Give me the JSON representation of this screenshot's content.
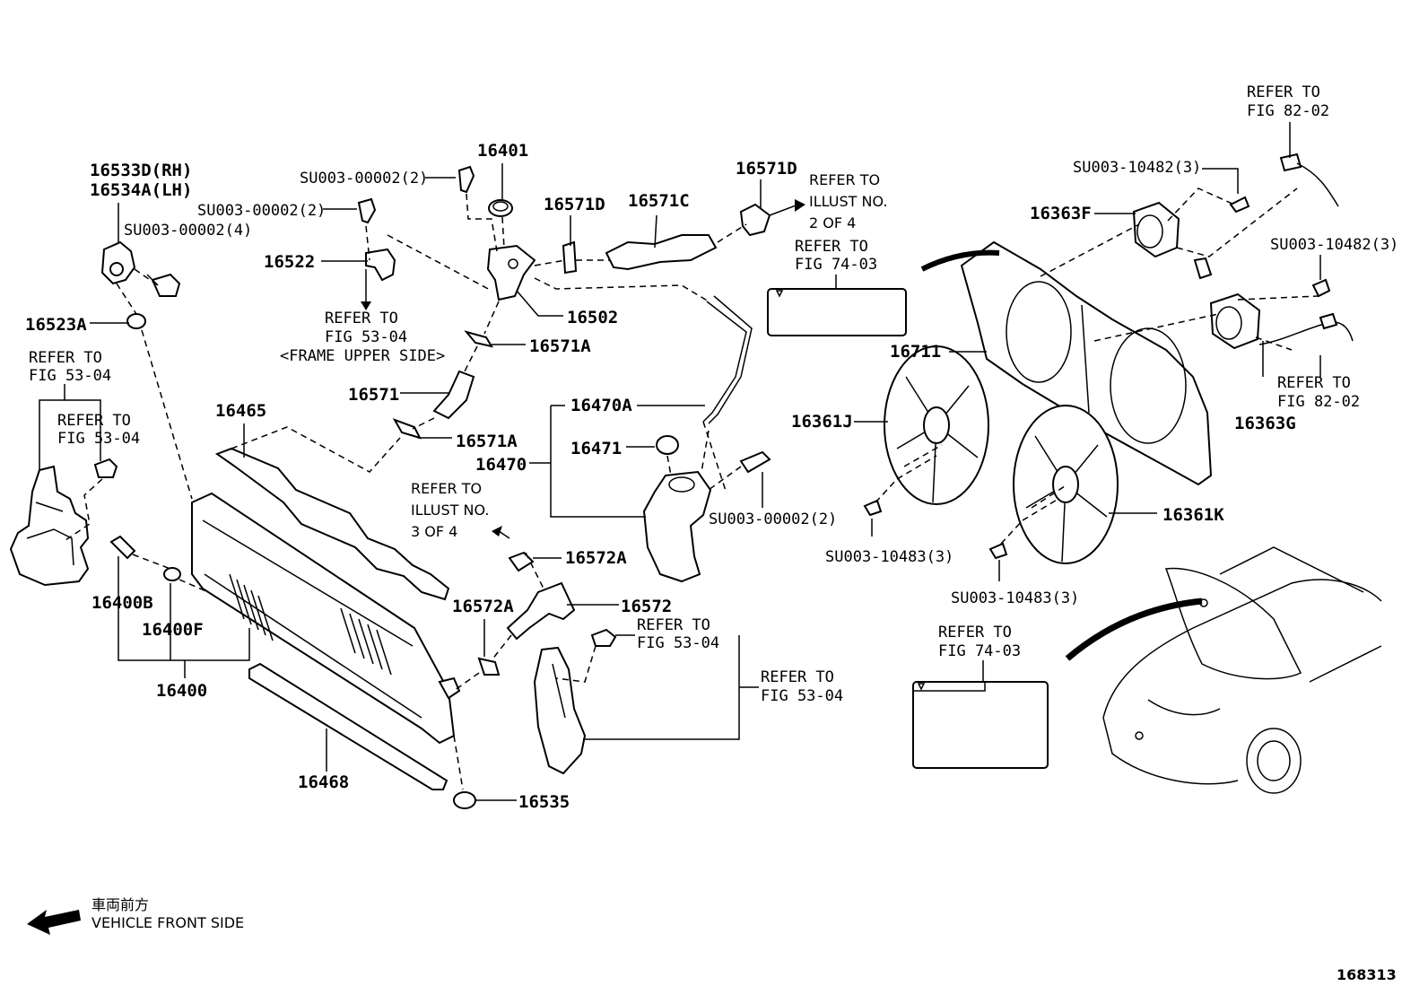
{
  "labels": {
    "p16533d": "16533D(RH)",
    "p16534a": "16534A(LH)",
    "su_a": "SU003-00002(4)",
    "p16523a": "16523A",
    "ref_fig5304_a": [
      "REFER TO",
      "FIG 53-04"
    ],
    "ref_fig5304_b": [
      "REFER TO",
      "FIG 53-04"
    ],
    "p16465": "16465",
    "p16400b": "16400B",
    "p16400f": "16400F",
    "p16400": "16400",
    "p16468": "16468",
    "su_b": "SU003-00002(2)",
    "su_c": "SU003-00002(2)",
    "p16401": "16401",
    "p16522": "16522",
    "ref_frame": [
      "REFER TO",
      "FIG 53-04",
      "<FRAME UPPER SIDE>"
    ],
    "p16502": "16502",
    "p16571a_1": "16571A",
    "p16571": "16571",
    "p16571a_2": "16571A",
    "p16571d_1": "16571D",
    "p16571c": "16571C",
    "p16571d_2": "16571D",
    "ref_illust2": [
      "REFER TO",
      "ILLUST NO.",
      "2 OF 4"
    ],
    "ref_fig7403_a": [
      "REFER TO",
      "FIG 74-03"
    ],
    "p16470a": "16470A",
    "p16471": "16471",
    "p16470": "16470",
    "su_d": "SU003-00002(2)",
    "ref_illust3": [
      "REFER TO",
      "ILLUST NO.",
      "3 OF 4"
    ],
    "p16572a_1": "16572A",
    "p16572a_2": "16572A",
    "p16572": "16572",
    "ref_fig5304_c": [
      "REFER TO",
      "FIG 53-04"
    ],
    "ref_fig5304_d": [
      "REFER TO",
      "FIG 53-04"
    ],
    "p16535": "16535",
    "ref_fig8202_a": [
      "REFER TO",
      "FIG 82-02"
    ],
    "su_e": "SU003-10482(3)",
    "p16363f": "16363F",
    "su_f": "SU003-10482(3)",
    "p16711": "16711",
    "ref_fig8202_b": [
      "REFER TO",
      "FIG 82-02"
    ],
    "p16363g": "16363G",
    "p16361j": "16361J",
    "p16361k": "16361K",
    "su_g": "SU003-10483(3)",
    "su_h": "SU003-10483(3)",
    "ref_fig7403_b": [
      "REFER TO",
      "FIG 74-03"
    ],
    "front_jp": "車両前方",
    "front_en": "VEHICLE FRONT SIDE",
    "diagram_id": "168313"
  }
}
